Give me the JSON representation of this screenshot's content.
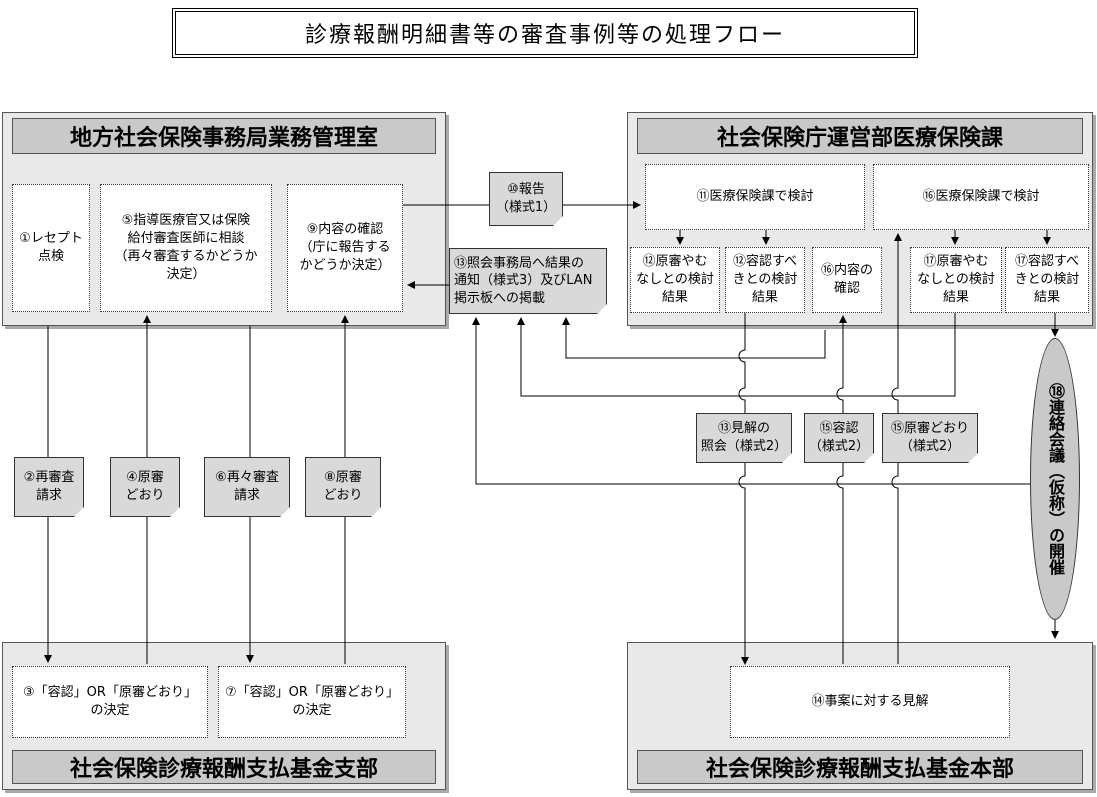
{
  "title": "診療報酬明細書等の審査事例等の処理フロー",
  "regions": {
    "regional": "地方社会保険事務局業務管理室",
    "agency": "社会保険庁運営部医療保険課",
    "branch": "社会保険診療報酬支払基金支部",
    "hq": "社会保険診療報酬支払基金本部"
  },
  "boxes": {
    "b1": "①レセプト\n点検",
    "b5": "⑤指導医療官又は保険\n給付審査医師に相談\n（再々審査するかどうか\n決定）",
    "b9": "⑨内容の確認\n（庁に報告する\nかどうか決定）",
    "b11": "⑪医療保険課で検討",
    "b16a": "⑯医療保険課で検討",
    "b12a": "⑫原審やむ\nなしとの検討\n結果",
    "b12b": "⑫容認すべ\nきとの検討\n結果",
    "b16b": "⑯内容の\n確認",
    "b17a": "⑰原審やむ\nなしとの検討\n結果",
    "b17b": "⑰容認すべ\nきとの検討\n結果",
    "b3": "③「容認」OR「原審どおり」\nの決定",
    "b7": "⑦「容認」OR「原審どおり」\nの決定",
    "b14": "⑭事案に対する見解"
  },
  "notes": {
    "n10": "⑩報告\n（様式1）",
    "n13a": "⑬照会事務局へ結果の\n通知（様式3）及びLAN\n掲示板への掲載",
    "n2": "②再審査\n請求",
    "n4": "④原審\nどおり",
    "n6": "⑥再々審査\n請求",
    "n8": "⑧原審\nどおり",
    "n13b": "⑬見解の\n照会（様式2）",
    "n15a": "⑮容認\n（様式2）",
    "n15b": "⑮原審どおり\n（様式2）"
  },
  "meeting": "⑱連絡会議（仮称）の開催"
}
